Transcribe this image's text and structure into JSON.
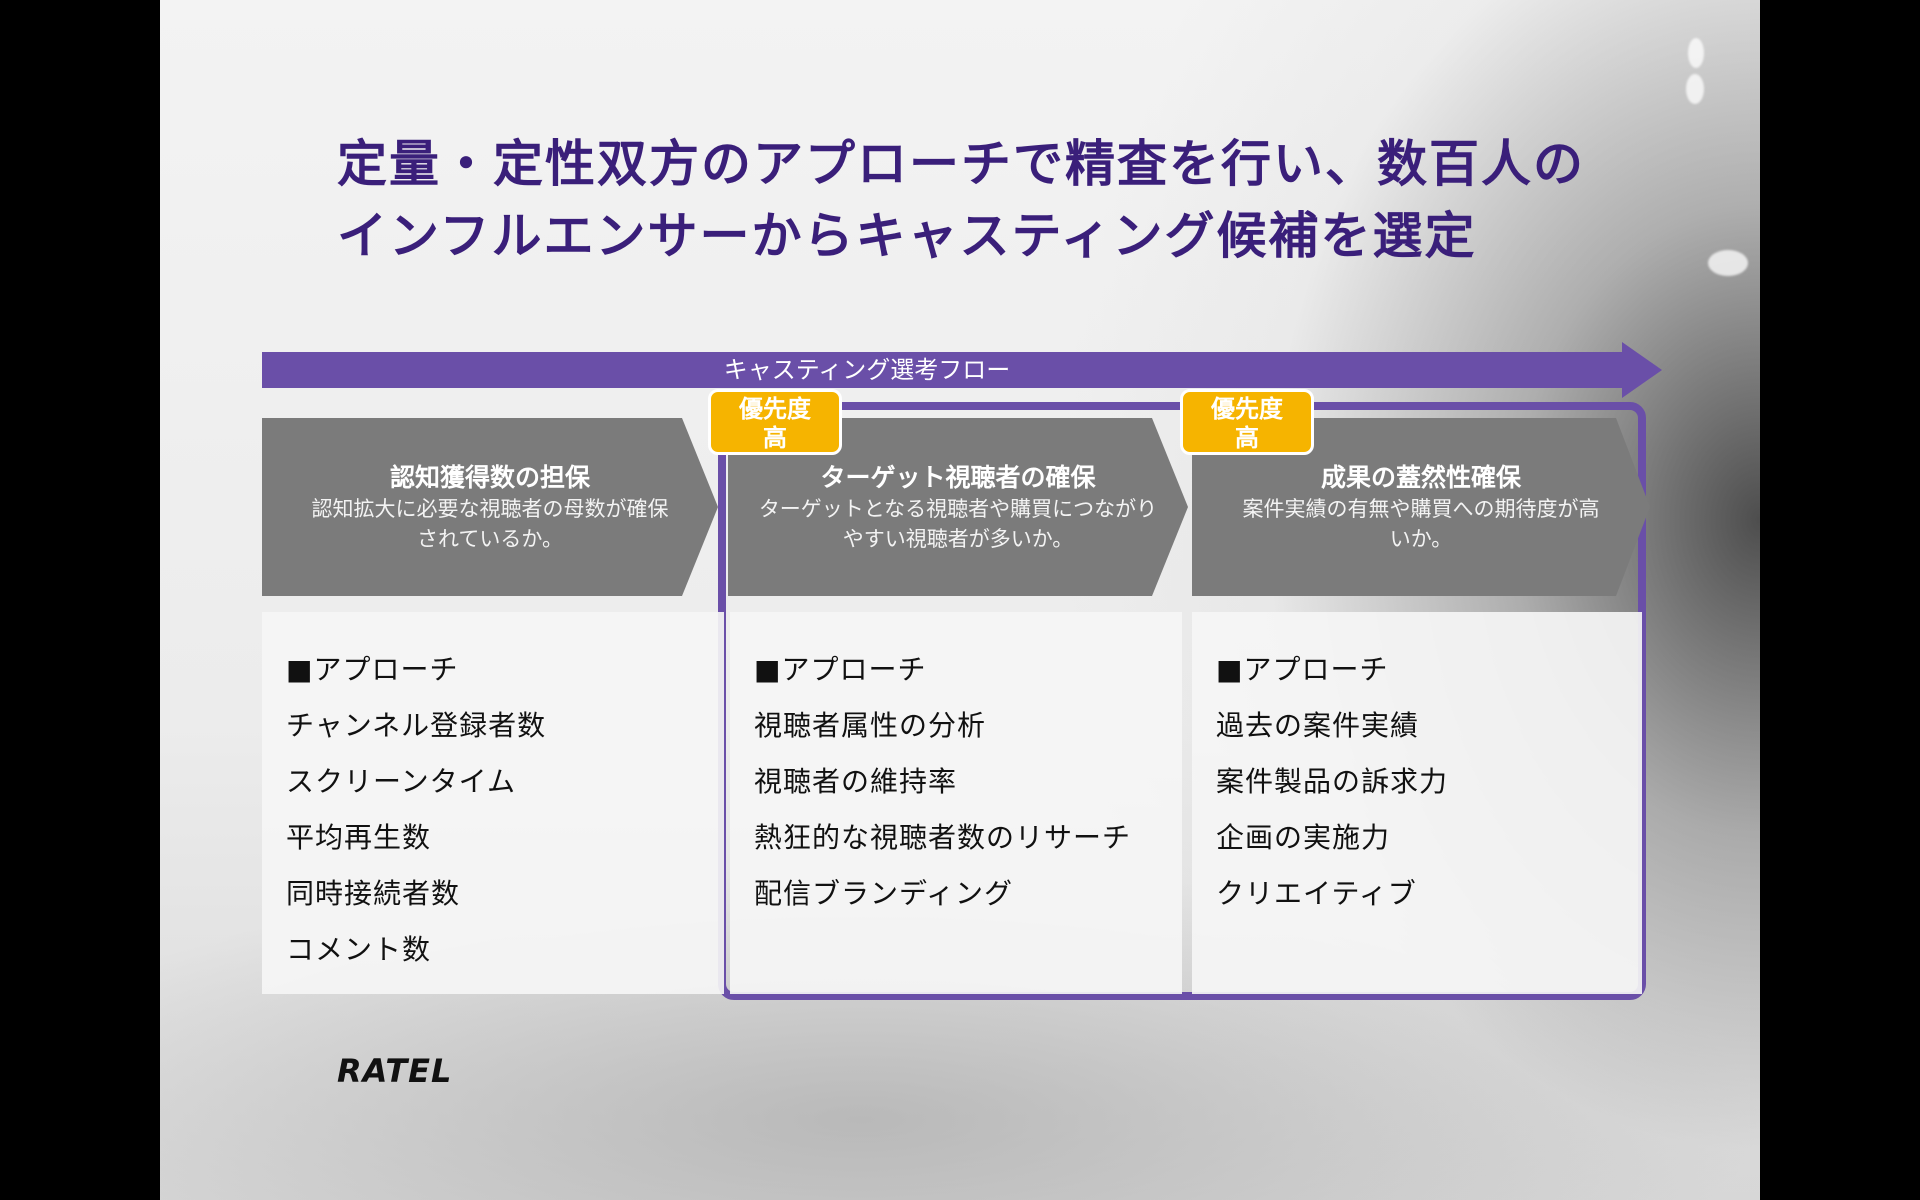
{
  "title_lines": [
    "定量・定性双方のアプローチで精査を行い、数百人の",
    "インフルエンサーからキャスティング候補を選定"
  ],
  "flow_label": "キャスティング選考フロー",
  "badge": {
    "line1": "優先度",
    "line2": "高"
  },
  "steps": [
    {
      "title": "認知獲得数の担保",
      "desc_lines": [
        "認知拡大に必要な視聴者の母数が確保",
        "されているか。"
      ],
      "items": [
        "■アプローチ",
        "チャンネル登録者数",
        "スクリーンタイム",
        "平均再生数",
        "同時接続者数",
        "コメント数"
      ]
    },
    {
      "title": "ターゲット視聴者の確保",
      "desc_lines": [
        "ターゲットとなる視聴者や購買につながり",
        "やすい視聴者が多いか。"
      ],
      "items": [
        "■アプローチ",
        "視聴者属性の分析",
        "視聴者の維持率",
        "熱狂的な視聴者数のリサーチ",
        "配信ブランディング"
      ]
    },
    {
      "title": "成果の蓋然性確保",
      "desc_lines": [
        "案件実績の有無や購買への期待度が高",
        "いか。"
      ],
      "items": [
        "■アプローチ",
        "過去の案件実績",
        "案件製品の訴求力",
        "企画の実施力",
        "クリエイティブ"
      ]
    }
  ],
  "logo": "RATEL",
  "colors": {
    "title": "#3a1f7a",
    "flow": "#6a4fa8",
    "chevron": "#7b7b7b",
    "badge": "#f6b400"
  }
}
